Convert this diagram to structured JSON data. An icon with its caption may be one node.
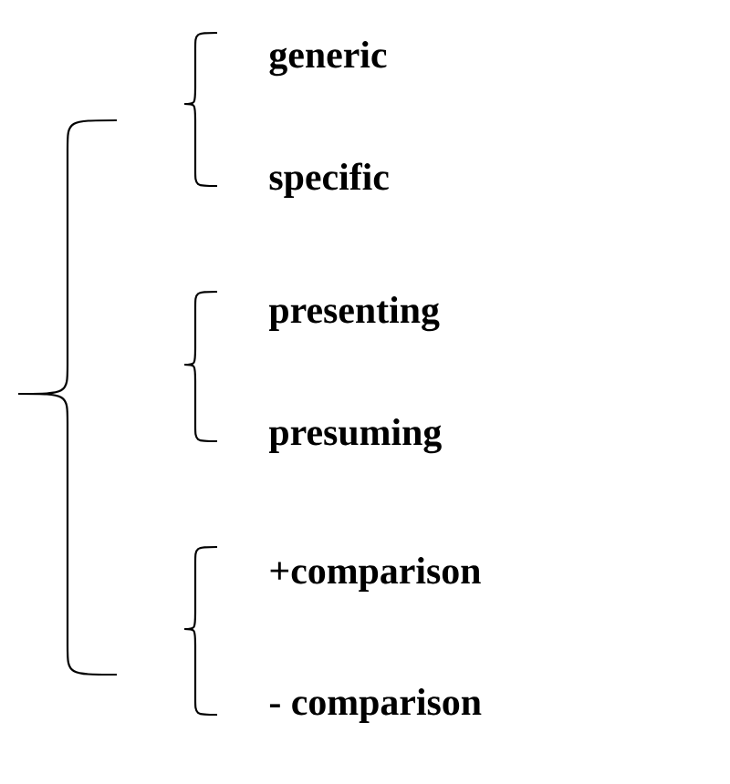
{
  "diagram": {
    "labels": [
      "generic",
      "specific",
      "presenting",
      "presuming",
      "+comparison",
      "- comparison"
    ]
  }
}
